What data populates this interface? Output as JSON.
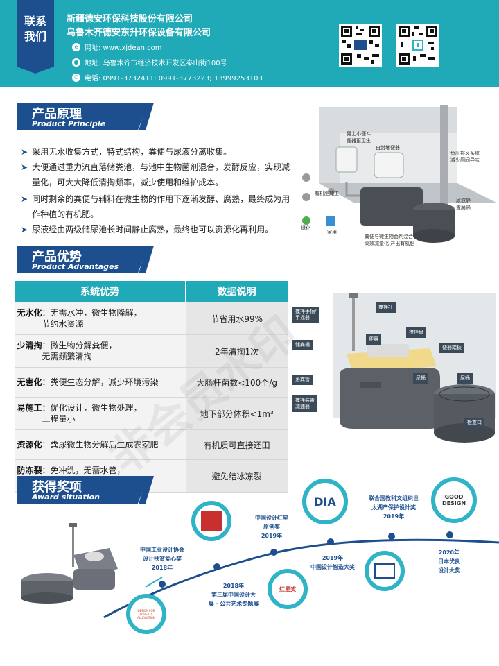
{
  "header": {
    "contact_label": "联系\n我们",
    "company_1": "新疆德安环保科技股份有限公司",
    "company_2": "乌鲁木齐德安东升环保设备有限公司",
    "website": "网址: www.xjdean.com",
    "address": "地址: 乌鲁木齐市经济技术开发区泰山街100号",
    "phone": "电话: 0991-3732411; 0991-3773223; 13999253103"
  },
  "principle": {
    "title": "产品原理",
    "subtitle": "Product Principle",
    "bullets": [
      "采用无水收集方式，特式结构，粪便与尿液分离收集。",
      "大便通过重力流直落储粪池，与池中生物菌剂混合，发酵反应，实现减量化，可大大降低清掏频率，减少使用和维护成本。",
      "同时剩余的粪便与辅料在微生物的作用下逐渐发酵、腐熟，最终成为用作种植的有机肥。",
      "尿液经由两级储尿池长时间静止腐熟，最终也可以资源化再利用。"
    ],
    "diagram_labels": {
      "urinal": "男士小便斗\n便器更卫生",
      "pedestal": "自封堵便器",
      "pressure": "负压排风系统\n减少厕间异味",
      "fertilizer": "有机肥加工",
      "tank": "尿液静\n置腐熟",
      "green": "绿化",
      "home": "家用",
      "mix": "粪便与微生物菌剂混合\n高效减量化 产出有机肥"
    }
  },
  "advantages": {
    "title": "产品优势",
    "subtitle": "Product Advantages",
    "col1": "系统优势",
    "col2": "数据说明",
    "rows": [
      {
        "key": "无水化",
        "desc": "：无需水冲，微生物降解，\n节约水资源",
        "data": "节省用水99%"
      },
      {
        "key": "少清掏",
        "desc": "：微生物分解粪便，\n无需频繁清掏",
        "data": "2年清掏1次"
      },
      {
        "key": "无害化",
        "desc": "：粪便生态分解，减少环境污染",
        "data": "大肠杆菌数<100个/g"
      },
      {
        "key": "易施工",
        "desc": "：优化设计，微生物处理，\n工程量小",
        "data": "地下部分体积<1m³"
      },
      {
        "key": "资源化",
        "desc": "：粪尿微生物分解后生成农家肥",
        "data": "有机质可直接还田"
      },
      {
        "key": "防冻裂",
        "desc": "：免冲洗，无需水管，\n避免冬季冻裂",
        "data": "避免结冰冻裂"
      }
    ],
    "callouts": {
      "c1": "搅拌手柄/\n手摇器",
      "c2": "搅拌杆",
      "c3": "储粪桶",
      "c4": "便器",
      "c5": "搅拌盘",
      "c6": "便器踏板",
      "c7": "落粪管",
      "c8": "尿桶",
      "c9": "尿桶",
      "c10": "搅拌装置\n减速器",
      "c11": "检查口"
    }
  },
  "awards": {
    "title": "获得奖项",
    "subtitle": "Award situation",
    "items": [
      {
        "text": "中国工业设计协会\n设计扶贫爱心奖\n2018年"
      },
      {
        "text": "2018年\n第三届中国设计大\n展 · 公共艺术专题展"
      },
      {
        "text": "中国设计红星\n原创奖\n2019年"
      },
      {
        "text": "2019年\n中国设计智造大奖"
      },
      {
        "text": "联合国教科文组织世\n太湖产保护设计奖\n2019年"
      },
      {
        "text": "2020年\n日本优良\n设计大奖"
      }
    ],
    "badges": {
      "dia": "DIA",
      "good_design": "GOOD\nDESIGN",
      "red_star": "红星奖",
      "dpa": "DESIGN FOR\nPOVERTY\nALLEVIATION"
    }
  },
  "watermark": "非会员水印",
  "colors": {
    "teal": "#20a9b6",
    "navy": "#1d4f8f"
  }
}
